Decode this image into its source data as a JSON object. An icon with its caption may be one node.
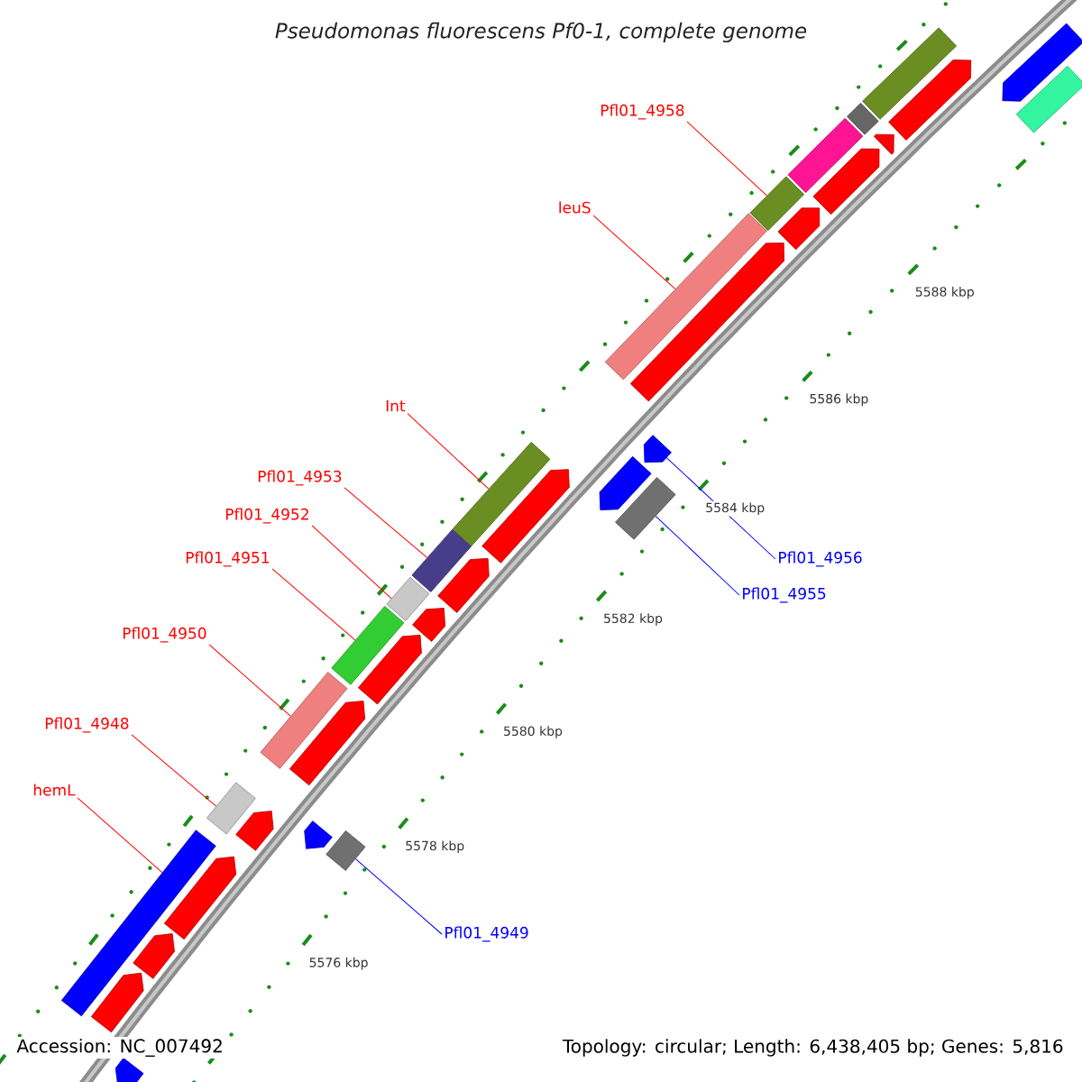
{
  "diagram": {
    "title": "*Pseudomonas fluorescens* Pf0-1, complete genome",
    "nodes": [
      {
        "text": [
          "Pfl01_4958"
        ]
      },
      {
        "text": [
          "leuS"
        ]
      },
      {
        "text": [
          "Int"
        ]
      },
      {
        "text": [
          "Pfl01_4953"
        ]
      },
      {
        "text": [
          "Pfl01_4952"
        ]
      },
      {
        "text": [
          "Pfl01_4951"
        ]
      },
      {
        "text": [
          "Pfl01_4950"
        ]
      },
      {
        "text": [
          "Pfl01_4948"
        ]
      },
      {
        "text": [
          "hemL"
        ]
      },
      {
        "text": [
          "Pfl01_4956"
        ]
      },
      {
        "text": [
          "Pfl01_4955"
        ]
      },
      {
        "text": [
          "Pfl01_4949"
        ]
      },
      {
        "text": [],
        "shape": "pentagon"
      },
      {
        "text": [],
        "shape": "bar"
      },
      {
        "text": [],
        "shape": "pentagon"
      },
      {
        "text": [],
        "shape": "pentagon"
      },
      {
        "text": [],
        "shape": "pentagon"
      },
      {
        "text": [],
        "shape": "bar"
      },
      {
        "text": [],
        "shape": "pentagon"
      },
      {
        "text": [],
        "shape": "pentagon"
      },
      {
        "text": [],
        "shape": "bar"
      },
      {
        "text": [],
        "shape": "bar"
      },
      {
        "text": [],
        "shape": "pentagon"
      },
      {
        "text": [],
        "shape": "pentagon"
      },
      {
        "text": [],
        "shape": "bar"
      },
      {
        "text": [],
        "shape": "pentagon"
      },
      {
        "text": [],
        "shape": "bar"
      },
      {
        "text": [],
        "shape": "pentagon"
      },
      {
        "text": [],
        "shape": "bar"
      },
      {
        "text": [],
        "shape": "bar"
      },
      {
        "text": [],
        "shape": "pentagon"
      },
      {
        "text": [],
        "shape": "bar"
      },
      {
        "text": [],
        "shape": "pentagon"
      },
      {
        "text": [],
        "shape": "pentagon"
      },
      {
        "text": [],
        "shape": "pentagon"
      },
      {
        "text": [],
        "shape": "bar"
      },
      {
        "text": [],
        "shape": "bar"
      },
      {
        "text": [],
        "shape": "pentagon"
      },
      {
        "text": [],
        "shape": "pentagon"
      },
      {
        "text": [],
        "shape": "bar"
      },
      {
        "text": [],
        "shape": "pentagon"
      },
      {
        "text": [],
        "shape": "bar"
      },
      {
        "text": [],
        "shape": "pentagon"
      },
      {
        "text": [],
        "shape": "bar"
      },
      {
        "text": [],
        "shape": "bar"
      },
      {
        "text": [],
        "shape": "pentagon"
      }
    ],
    "edges": [
      {
        "from": 0,
        "to": 36,
        "arrow": "none"
      },
      {
        "from": 1,
        "to": 35,
        "arrow": "none"
      },
      {
        "from": 2,
        "to": 29,
        "arrow": "none"
      },
      {
        "from": 3,
        "to": 28,
        "arrow": "none"
      },
      {
        "from": 4,
        "to": 26,
        "arrow": "none"
      },
      {
        "from": 5,
        "to": 24,
        "arrow": "none"
      },
      {
        "from": 6,
        "to": 21,
        "arrow": "none"
      },
      {
        "from": 7,
        "to": 17,
        "arrow": "none"
      },
      {
        "from": 8,
        "to": 13,
        "arrow": "none"
      },
      {
        "from": 9,
        "to": 33,
        "arrow": "none",
        "color": "#0000ff"
      },
      {
        "from": 10,
        "to": 31,
        "arrow": "none",
        "color": "#0000ff"
      },
      {
        "from": 11,
        "to": 20,
        "arrow": "none",
        "color": "#0000ff"
      }
    ],
    "labels": [
      "5588 kbp",
      "5586 kbp",
      "5584 kbp",
      "5582 kbp",
      "5580 kbp",
      "5578 kbp",
      "5576 kbp",
      "Accession: NC_007492",
      "Topology: circular; Length: 6,438,405 bp; Genes: 5,816"
    ]
  }
}
